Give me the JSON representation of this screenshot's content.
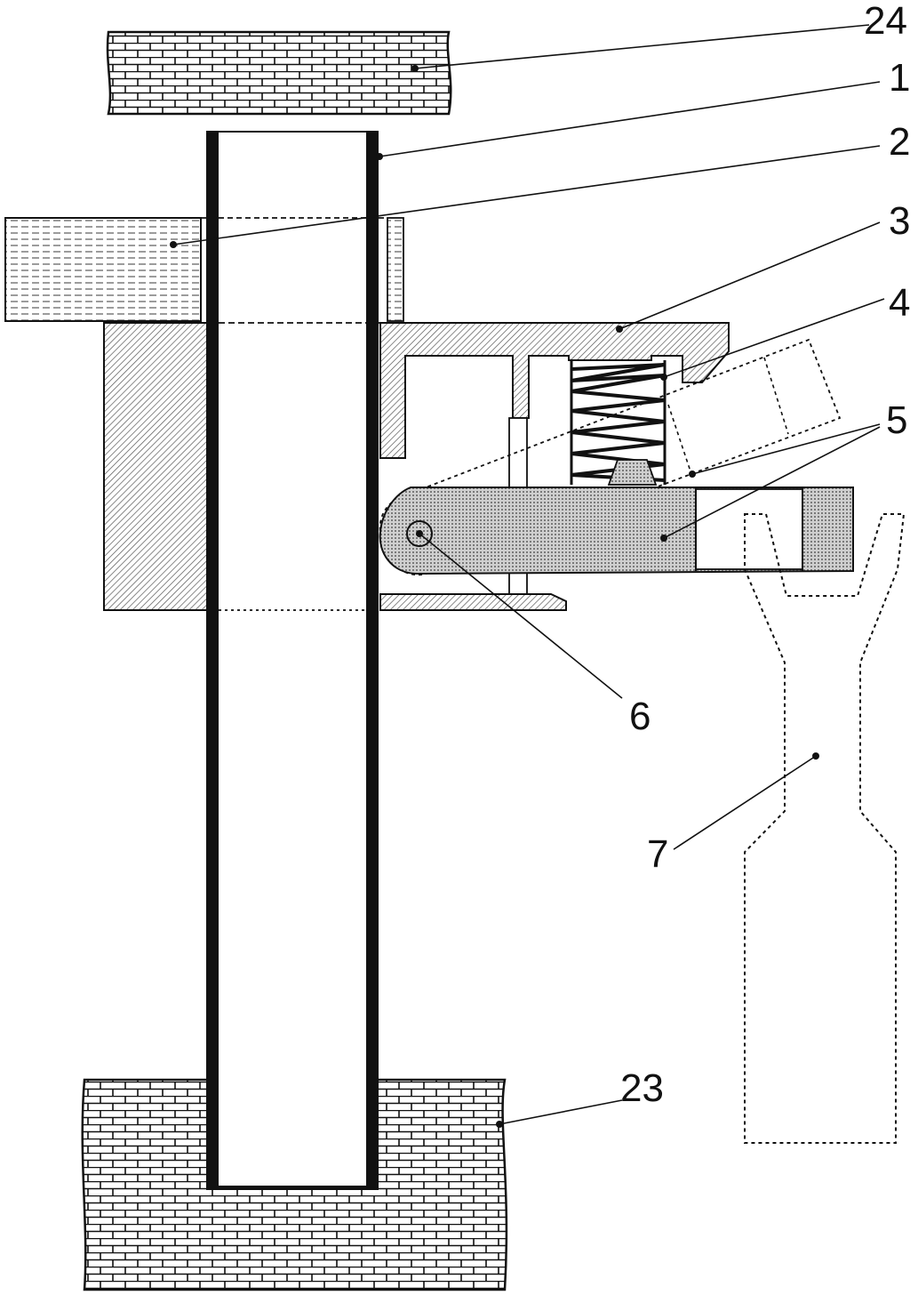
{
  "diagram": {
    "labels": {
      "upper_masonry": "24",
      "pipe": "1",
      "slab": "2",
      "bracket": "3",
      "spring": "4",
      "latch_positions": "5",
      "pivot": "6",
      "wrench": "7",
      "lower_masonry": "23"
    }
  },
  "colors": {
    "stroke": "#111111",
    "hatch": "#555555",
    "background": "#ffffff"
  }
}
